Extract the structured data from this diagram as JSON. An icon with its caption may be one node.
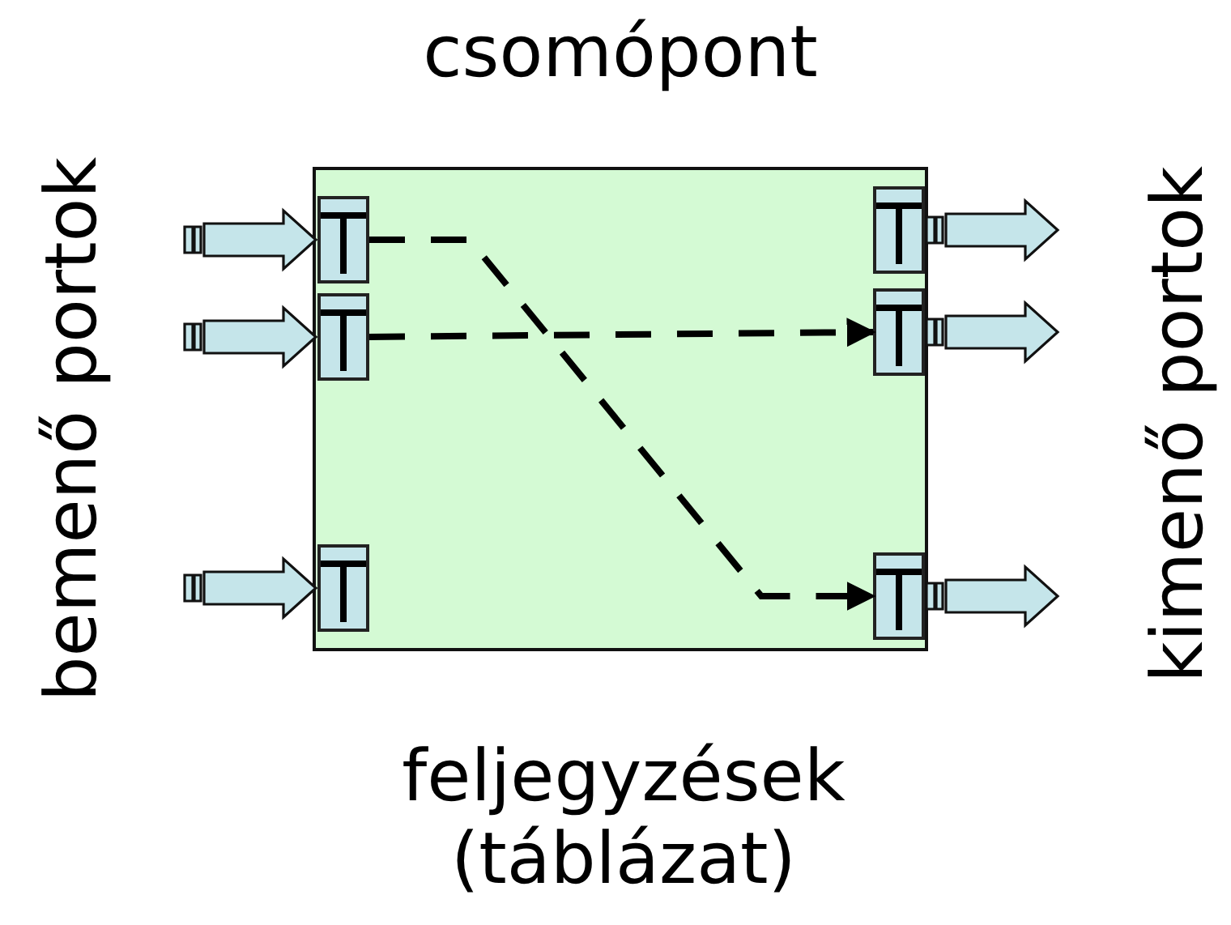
{
  "diagram": {
    "nodes": [
      {
        "text": [
          "csomópont"
        ]
      },
      {
        "text": [],
        "shape": "box",
        "in": 0
      },
      {
        "text": [],
        "shape": "box",
        "in": 0
      },
      {
        "text": [],
        "shape": "box",
        "in": 0
      },
      {
        "text": [],
        "shape": "box",
        "in": 0
      },
      {
        "text": [],
        "shape": "box",
        "in": 0
      },
      {
        "text": [],
        "shape": "box",
        "in": 0
      }
    ],
    "edges": [
      {
        "from": null,
        "to": 1,
        "arrow": "to",
        "style": "thick"
      },
      {
        "from": null,
        "to": 2,
        "arrow": "to",
        "style": "thick"
      },
      {
        "from": null,
        "to": 3,
        "arrow": "to",
        "style": "thick"
      },
      {
        "from": 4,
        "to": null,
        "arrow": "to",
        "style": "thick"
      },
      {
        "from": 5,
        "to": null,
        "arrow": "to",
        "style": "thick"
      },
      {
        "from": 6,
        "to": null,
        "arrow": "to",
        "style": "thick"
      },
      {
        "from": 1,
        "to": 6,
        "arrow": "to",
        "style": "dashed"
      },
      {
        "from": 2,
        "to": 5,
        "arrow": "to",
        "style": "dashed"
      }
    ],
    "labels": [
      "bemenő portok",
      "kimenő portok",
      "feljegyzések (táblázat)"
    ]
  }
}
